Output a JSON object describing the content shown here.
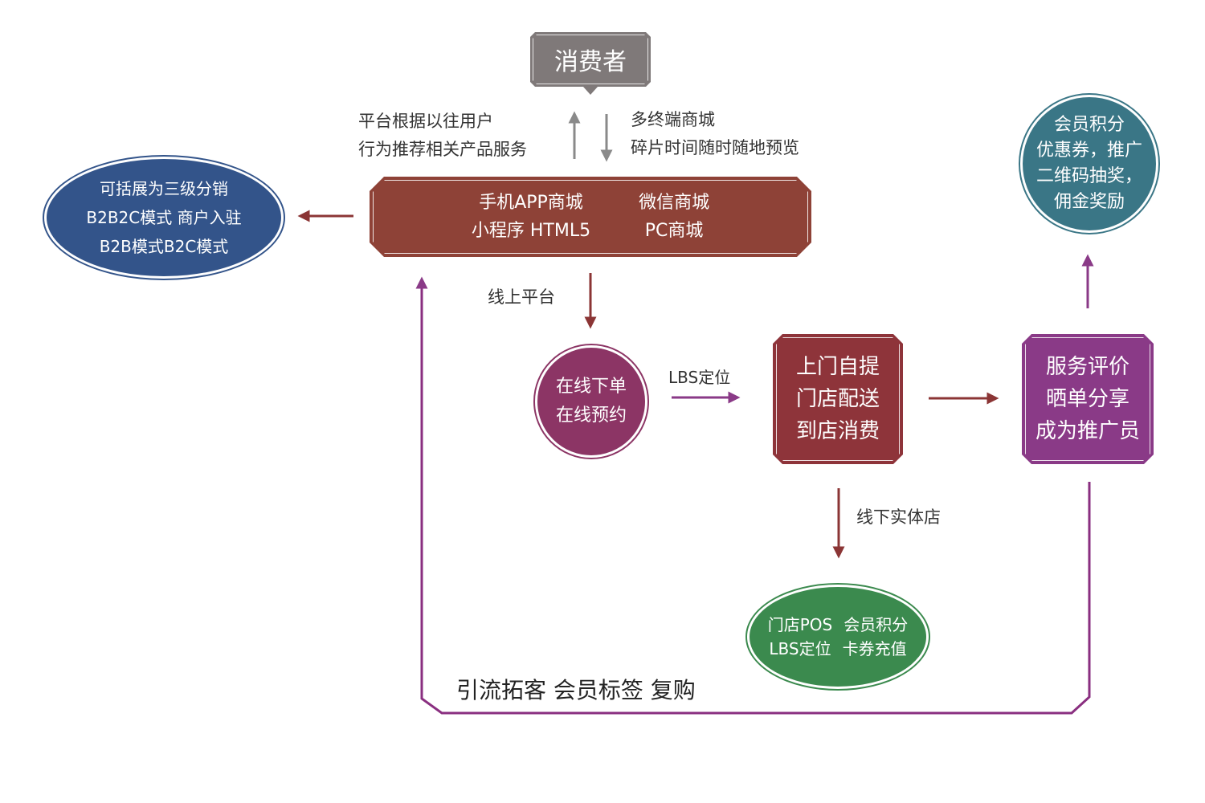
{
  "consumer": {
    "label": "消费者"
  },
  "platform_notes": {
    "left": [
      "平台根据以往用户",
      "行为推荐相关产品服务"
    ],
    "right": [
      "多终端商城",
      "碎片时间随时随地预览"
    ]
  },
  "platform": {
    "col_a": [
      "手机APP商城",
      "小程序 HTML5"
    ],
    "col_b": [
      "微信商城",
      "PC商城"
    ]
  },
  "distribution": {
    "lines": [
      "可括展为三级分销",
      "B2B2C模式 商户入驻",
      "B2B模式B2C模式"
    ]
  },
  "member_reward": {
    "lines": [
      "会员积分",
      "优惠券，推广",
      "二维码抽奖，",
      "佣金奖励"
    ]
  },
  "online_label": "线上平台",
  "order": {
    "lines": [
      "在线下单",
      "在线预约"
    ]
  },
  "lbs_label": "LBS定位",
  "delivery": {
    "lines": [
      "上门自提",
      "门店配送",
      "到店消费"
    ]
  },
  "service": {
    "lines": [
      "服务评价",
      "晒单分享",
      "成为推广员"
    ]
  },
  "offline_label": "线下实体店",
  "pos": {
    "row1": [
      "门店POS",
      "会员积分"
    ],
    "row2": [
      "LBS定位",
      "卡券充值"
    ]
  },
  "loop_label": "引流拓客  会员标签  复购",
  "colors": {
    "consumer": "#7f7979",
    "platform": "#8e4237",
    "distribution": "#33548a",
    "member_reward": "#3a7686",
    "order": "#8c3565",
    "delivery": "#8e343a",
    "service": "#8a3a87",
    "pos": "#3b8a4e",
    "arrow_gray": "#8a8a8a",
    "arrow_red": "#8b3535",
    "arrow_purple": "#8a3a87",
    "loop_line": "#8a2f80"
  }
}
